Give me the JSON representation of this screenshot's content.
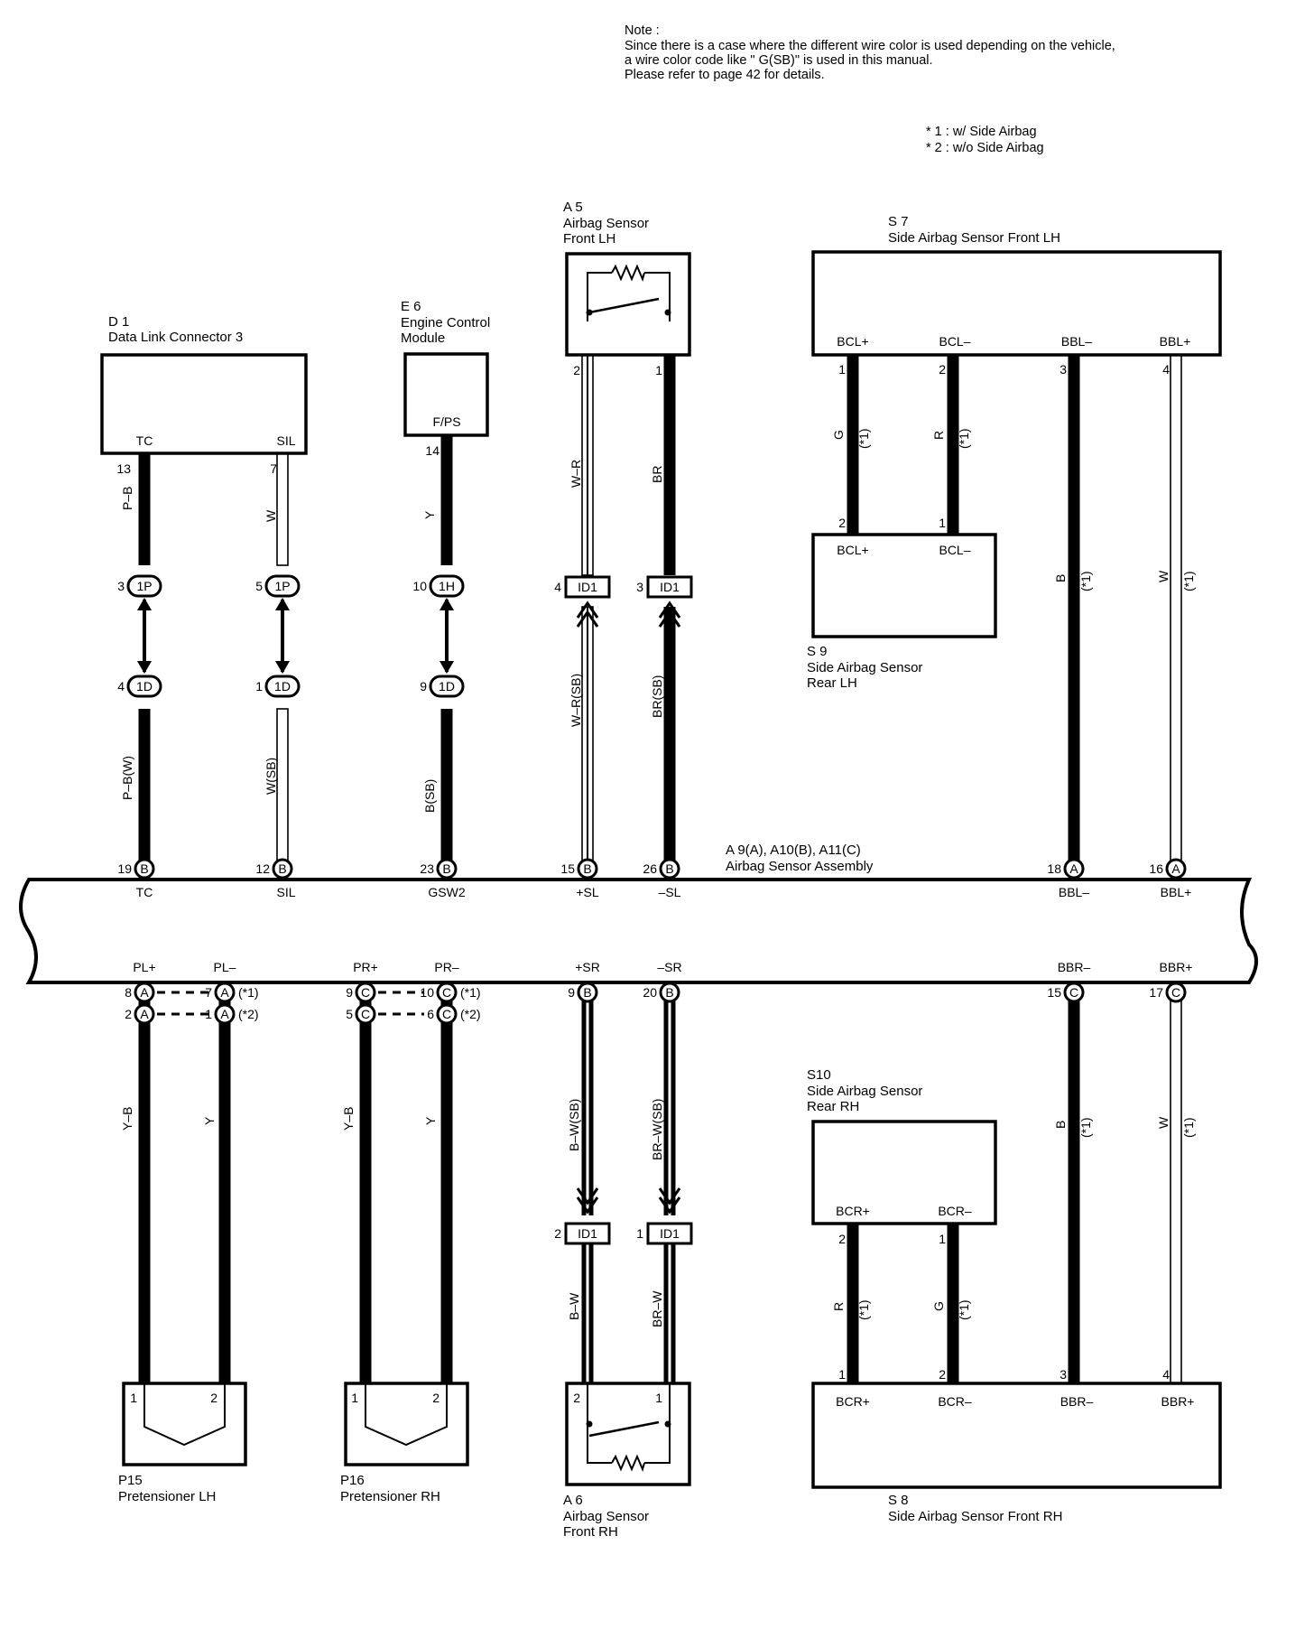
{
  "note": {
    "title": "Note :",
    "lines": [
      "Since there is a case where the different wire color is used depending on the vehicle,",
      "a wire color code like \" G(SB)\"  is used in this manual.",
      "Please refer to page 42 for details."
    ]
  },
  "legend": {
    "items": [
      "* 1 : w/ Side Airbag",
      "* 2 : w/o Side Airbag"
    ]
  },
  "components": {
    "d1": {
      "id": "D 1",
      "name": "Data Link Connector 3",
      "pins": [
        "TC",
        "SIL"
      ]
    },
    "e6": {
      "id": "E 6",
      "name_lines": [
        "Engine Control",
        "Module"
      ],
      "pins": [
        "F/PS"
      ]
    },
    "a5": {
      "id": "A 5",
      "name_lines": [
        "Airbag Sensor",
        "Front LH"
      ]
    },
    "s7": {
      "id": "S 7",
      "name": "Side Airbag Sensor Front LH",
      "pins": [
        "BCL+",
        "BCL–",
        "BBL–",
        "BBL+"
      ]
    },
    "s9": {
      "id": "S 9",
      "name_lines": [
        "Side Airbag Sensor",
        "Rear LH"
      ],
      "pins": [
        "BCL+",
        "BCL–"
      ]
    },
    "assembly": {
      "id": "A 9(A), A10(B), A11(C)",
      "name": "Airbag Sensor Assembly",
      "top_pins": [
        "TC",
        "SIL",
        "GSW2",
        "+SL",
        "–SL",
        "BBL–",
        "BBL+"
      ],
      "bottom_pins": [
        "PL+",
        "PL–",
        "PR+",
        "PR–",
        "+SR",
        "–SR",
        "BBR–",
        "BBR+"
      ]
    },
    "s10": {
      "id": "S10",
      "name_lines": [
        "Side Airbag Sensor",
        "Rear RH"
      ],
      "pins": [
        "BCR+",
        "BCR–"
      ]
    },
    "p15": {
      "id": "P15",
      "name": "Pretensioner LH"
    },
    "p16": {
      "id": "P16",
      "name": "Pretensioner RH"
    },
    "a6": {
      "id": "A 6",
      "name_lines": [
        "Airbag Sensor",
        "Front RH"
      ]
    },
    "s8": {
      "id": "S 8",
      "name": "Side Airbag Sensor Front RH",
      "pins": [
        "BCR+",
        "BCR–",
        "BBR–",
        "BBR+"
      ]
    }
  },
  "wires": {
    "top": {
      "tc": {
        "upper": "P–B",
        "lower": "P–B(W)"
      },
      "sil": {
        "upper": "W",
        "lower": "W(SB)"
      },
      "gsw2": {
        "upper": "Y",
        "lower": "B(SB)"
      },
      "psl": {
        "upper": "W–R",
        "lower": "W–R(SB)"
      },
      "msl": {
        "upper": "BR",
        "lower": "BR(SB)"
      },
      "bcl_p": "G",
      "bcl_m": "R",
      "bbl_m": "B",
      "bbl_p": "W"
    },
    "bottom": {
      "pl_p": "Y–B",
      "pl_m": "Y",
      "pr_p": "Y–B",
      "pr_m": "Y",
      "psr": {
        "upper": "B–W(SB)",
        "lower": "B–W"
      },
      "msr": {
        "upper": "BR–W(SB)",
        "lower": "BR–W"
      },
      "bbr_m": "B",
      "bbr_p": "W",
      "bcr_p": "R",
      "bcr_m": "G"
    },
    "star1": "(*1)",
    "star2": "(*2)"
  },
  "pin_numbers": {
    "d1": [
      "13",
      "7"
    ],
    "e6": [
      "14"
    ],
    "a5": [
      "2",
      "1"
    ],
    "s7": [
      "1",
      "2",
      "3",
      "4"
    ],
    "s9": [
      "2",
      "1"
    ],
    "j1_upper": [
      "3",
      "5",
      "10"
    ],
    "j1_lower": [
      "4",
      "1",
      "9"
    ],
    "id1_upper": [
      "4",
      "3"
    ],
    "asm_top": [
      "19",
      "12",
      "23",
      "15",
      "26",
      "18",
      "16"
    ],
    "asm_bot_row1": [
      "8",
      "7",
      "9",
      "10",
      "9",
      "20",
      "15",
      "17"
    ],
    "asm_bot_row2": [
      "2",
      "1",
      "5",
      "6"
    ],
    "id1_lower": [
      "2",
      "1"
    ],
    "s10": [
      "2",
      "1"
    ],
    "p15": [
      "1",
      "2"
    ],
    "p16": [
      "1",
      "2"
    ],
    "a6": [
      "2",
      "1"
    ],
    "s8": [
      "1",
      "2",
      "3",
      "4"
    ]
  },
  "connector_tags": {
    "j1_upper": [
      "1P",
      "1P",
      "1H"
    ],
    "j1_lower": [
      "1D",
      "1D",
      "1D"
    ],
    "id1": "ID1",
    "asm_top": [
      "B",
      "B",
      "B",
      "B",
      "B",
      "A",
      "A"
    ],
    "asm_bot_row1": [
      "A",
      "A",
      "C",
      "C",
      "B",
      "B",
      "C",
      "C"
    ],
    "asm_bot_row2": [
      "A",
      "A",
      "C",
      "C"
    ]
  }
}
